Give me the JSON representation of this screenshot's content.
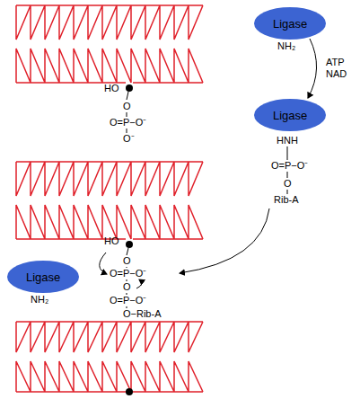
{
  "diagram": {
    "nodes": [
      {
        "text": [
          "Ligase",
          "NH₂"
        ]
      },
      {
        "text": [
          "Ligase"
        ]
      },
      {
        "text": [
          "Ligase",
          "NH₂"
        ]
      }
    ],
    "edges": [
      {
        "from": 0,
        "to": 1,
        "arrow": "to",
        "label": "ATP NAD"
      }
    ],
    "labels": [
      "HO",
      "O",
      "O=P−O⁻",
      "O⁻",
      "HNH",
      "O=P−O⁻",
      "O",
      "Rib-A",
      "HO",
      "O",
      "O=P−O⁻",
      "O",
      "O=P−O⁻",
      "O−Rib-A"
    ]
  }
}
